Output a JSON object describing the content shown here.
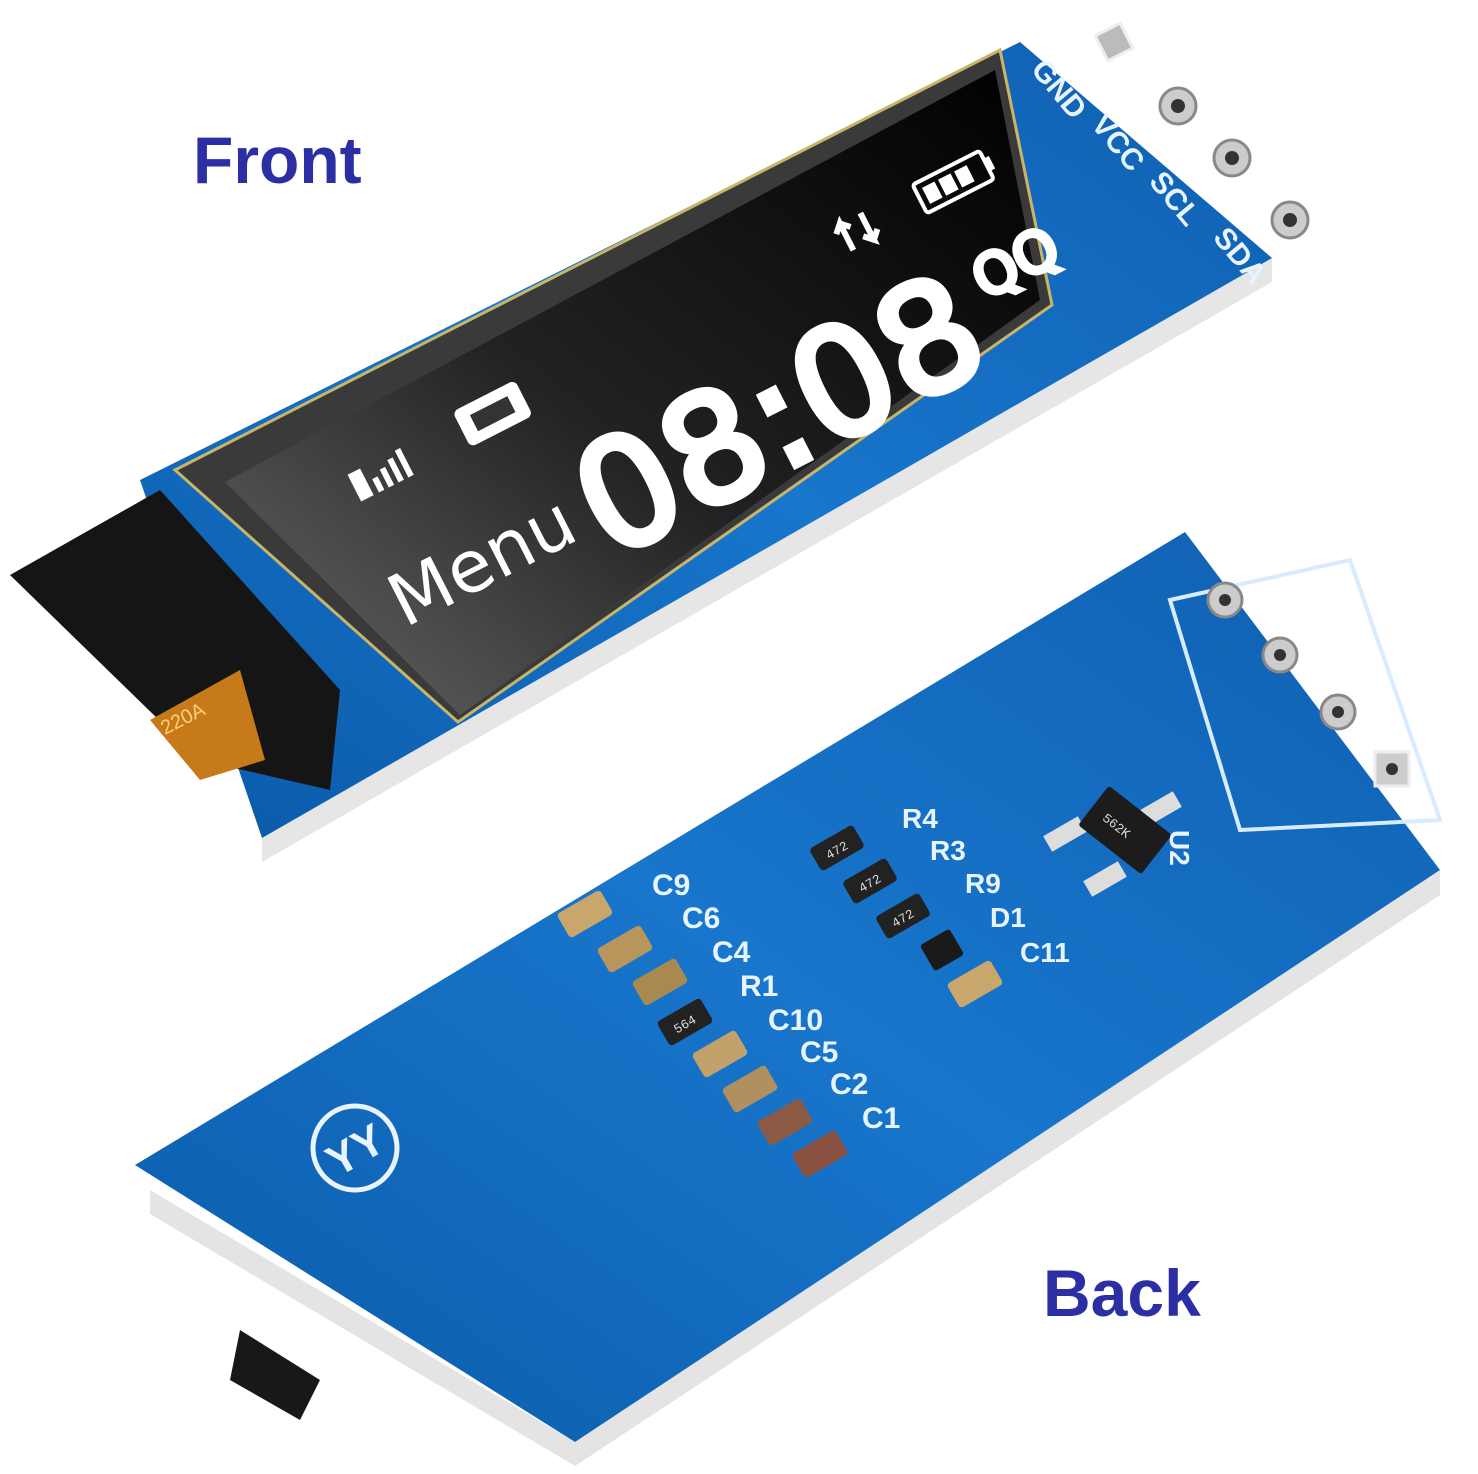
{
  "captions": {
    "front": "Front",
    "back": "Back"
  },
  "colors": {
    "caption": "#2b2fa3",
    "pcb": "#1160b5",
    "pcb_light": "#2f8fe0",
    "screen": "#0b0b0b",
    "flex": "#c77a1a"
  },
  "front": {
    "flex_label": "220A",
    "screen": {
      "menu": "Menu",
      "time": "08:08",
      "app": "QQ",
      "icons": [
        "signal-icon",
        "mail-icon",
        "transfer-arrows-icon",
        "battery-icon"
      ]
    },
    "pins": [
      "GND",
      "VCC",
      "SCL",
      "SDA"
    ]
  },
  "back": {
    "logo": "YY",
    "left_labels": [
      "C9",
      "C6",
      "C4",
      "R1",
      "C10",
      "C5",
      "C2",
      "C1"
    ],
    "right_labels": [
      "R4",
      "R3",
      "R9",
      "D1",
      "C11"
    ],
    "ic_label": "U2",
    "ic_marking": "562K",
    "resistor_codes": [
      "472",
      "472",
      "472",
      "564"
    ]
  }
}
